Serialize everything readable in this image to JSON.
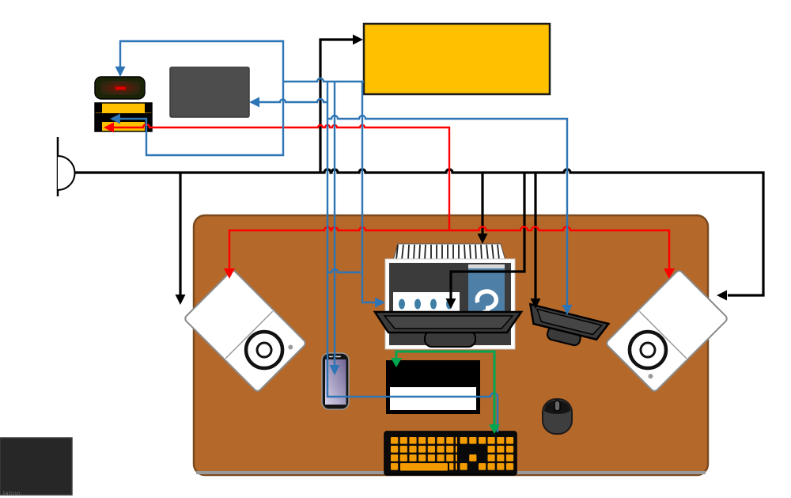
{
  "caption": {
    "fragment": "lation"
  },
  "colors": {
    "cable-blue": "#2E75B6",
    "cable-red": "#FF0000",
    "cable-green": "#00A650",
    "cable-black": "#000000",
    "desk": "#B4682A",
    "desk-border": "#7A4A1E",
    "desk-edge": "#9A9A9A",
    "box-yellow": "#FFC000",
    "box-yellow-border": "#1A1A1A",
    "box-gray": "#4D4D4D",
    "pc-body": "#3B3B3B",
    "logo-panel": "#4E7FA6",
    "port-dot": "#3F7FA6",
    "key-orange": "#F49B00",
    "keyboard-body": "#0A0A0A",
    "speaker-white": "#FFFFFF",
    "monitor-dark": "#3A3A3A",
    "phone-screen-dark": "#6F6494",
    "phone-screen-light": "#D8D3EA",
    "device-a-shell": "#1C2408",
    "device-a-led": "#E00000",
    "corner-box": "#272727"
  },
  "components": [
    "door-arc",
    "wall-line",
    "storage-drive",
    "rugged-drive",
    "receiver-box",
    "shelf-box",
    "desk",
    "left-speaker",
    "right-speaker",
    "pc-tower",
    "pc-vents",
    "pc-front-ports",
    "pc-logo-panel",
    "center-monitor",
    "side-monitor",
    "smartphone",
    "notepad",
    "mouse",
    "keyboard",
    "corner-box"
  ]
}
